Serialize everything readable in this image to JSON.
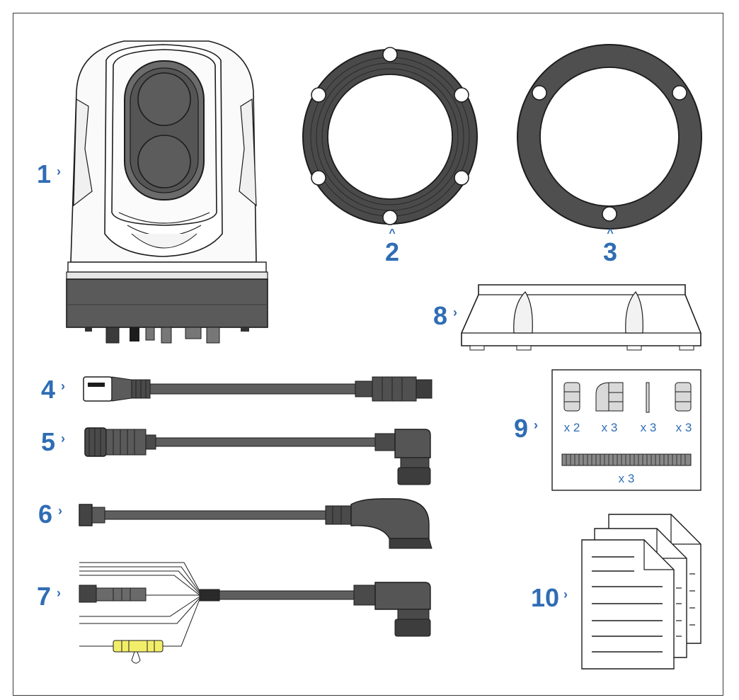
{
  "accent_color": "#2f6db4",
  "items": [
    {
      "number": "1"
    },
    {
      "number": "2"
    },
    {
      "number": "3"
    },
    {
      "number": "4"
    },
    {
      "number": "5"
    },
    {
      "number": "6"
    },
    {
      "number": "7"
    },
    {
      "number": "8"
    },
    {
      "number": "9"
    },
    {
      "number": "10"
    }
  ],
  "hardware_kit": {
    "quantities": [
      "x 2",
      "x 3",
      "x 3",
      "x 3",
      "x 3"
    ]
  }
}
